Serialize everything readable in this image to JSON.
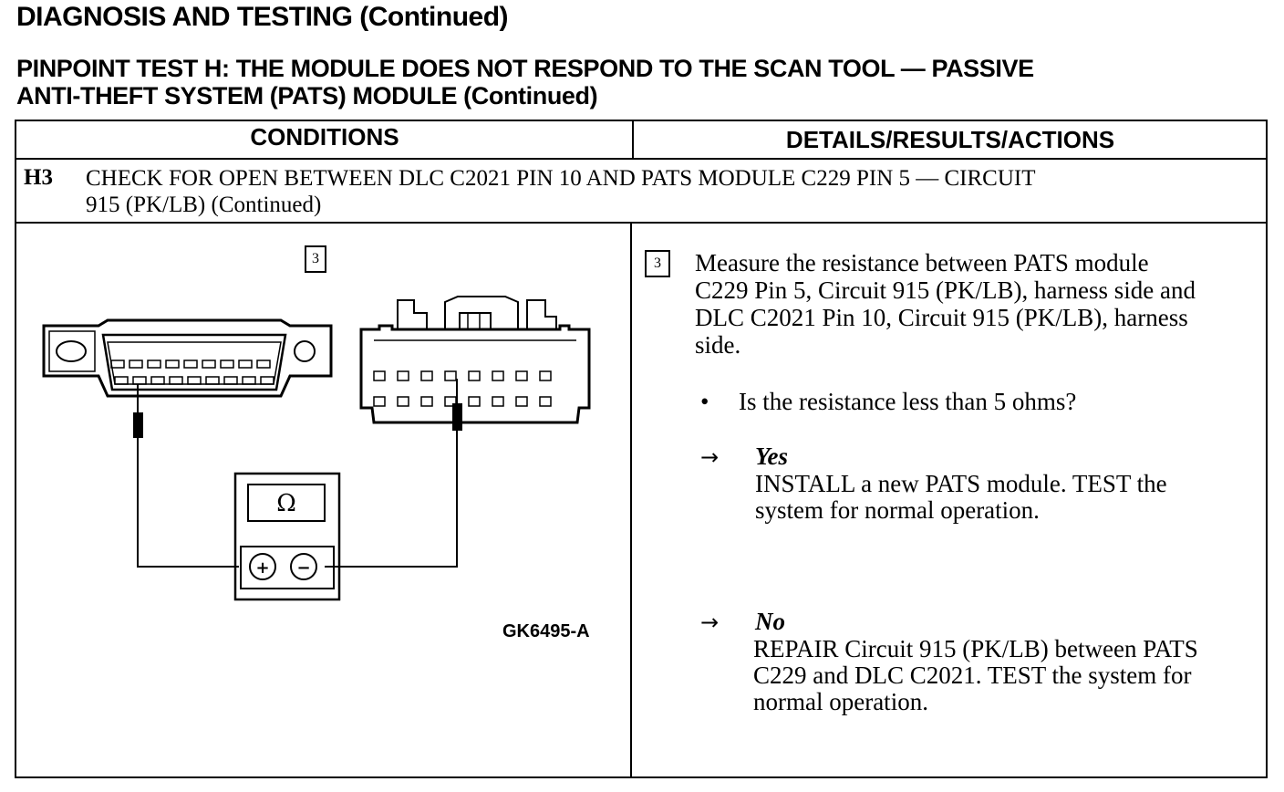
{
  "header": {
    "title": "DIAGNOSIS AND TESTING (Continued)",
    "test_title_lines": [
      "PINPOINT TEST H:  THE MODULE DOES NOT RESPOND TO THE SCAN TOOL — PASSIVE",
      "ANTI-THEFT SYSTEM (PATS) MODULE (Continued)"
    ]
  },
  "table": {
    "col_conditions": "CONDITIONS",
    "col_details": "DETAILS/RESULTS/ACTIONS",
    "step": {
      "id": "H3",
      "title_lines": [
        "CHECK FOR OPEN BETWEEN DLC C2021 PIN 10 AND PATS MODULE C229 PIN 5 — CIRCUIT",
        "915 (PK/LB) (Continued)"
      ]
    },
    "diagram": {
      "step_number": "3",
      "meter_symbol": "Ω",
      "plus_symbol": "+",
      "minus_symbol": "−",
      "figure_code": "GK6495-A"
    },
    "details": {
      "step_number": "3",
      "instruction_lines": [
        "Measure the resistance between PATS module",
        "C229 Pin 5, Circuit 915 (PK/LB), harness side and",
        "DLC C2021 Pin 10, Circuit 915 (PK/LB), harness",
        "side."
      ],
      "bullet": "•",
      "question": "Is the resistance less than 5 ohms?",
      "arrow": "→",
      "yes_label": "Yes",
      "yes_action_lines": [
        "INSTALL a new PATS module. TEST the",
        "system for normal operation."
      ],
      "no_label": "No",
      "no_action_lines": [
        "REPAIR Circuit 915 (PK/LB) between PATS",
        "C229 and DLC C2021. TEST the system for",
        "normal operation."
      ]
    }
  }
}
